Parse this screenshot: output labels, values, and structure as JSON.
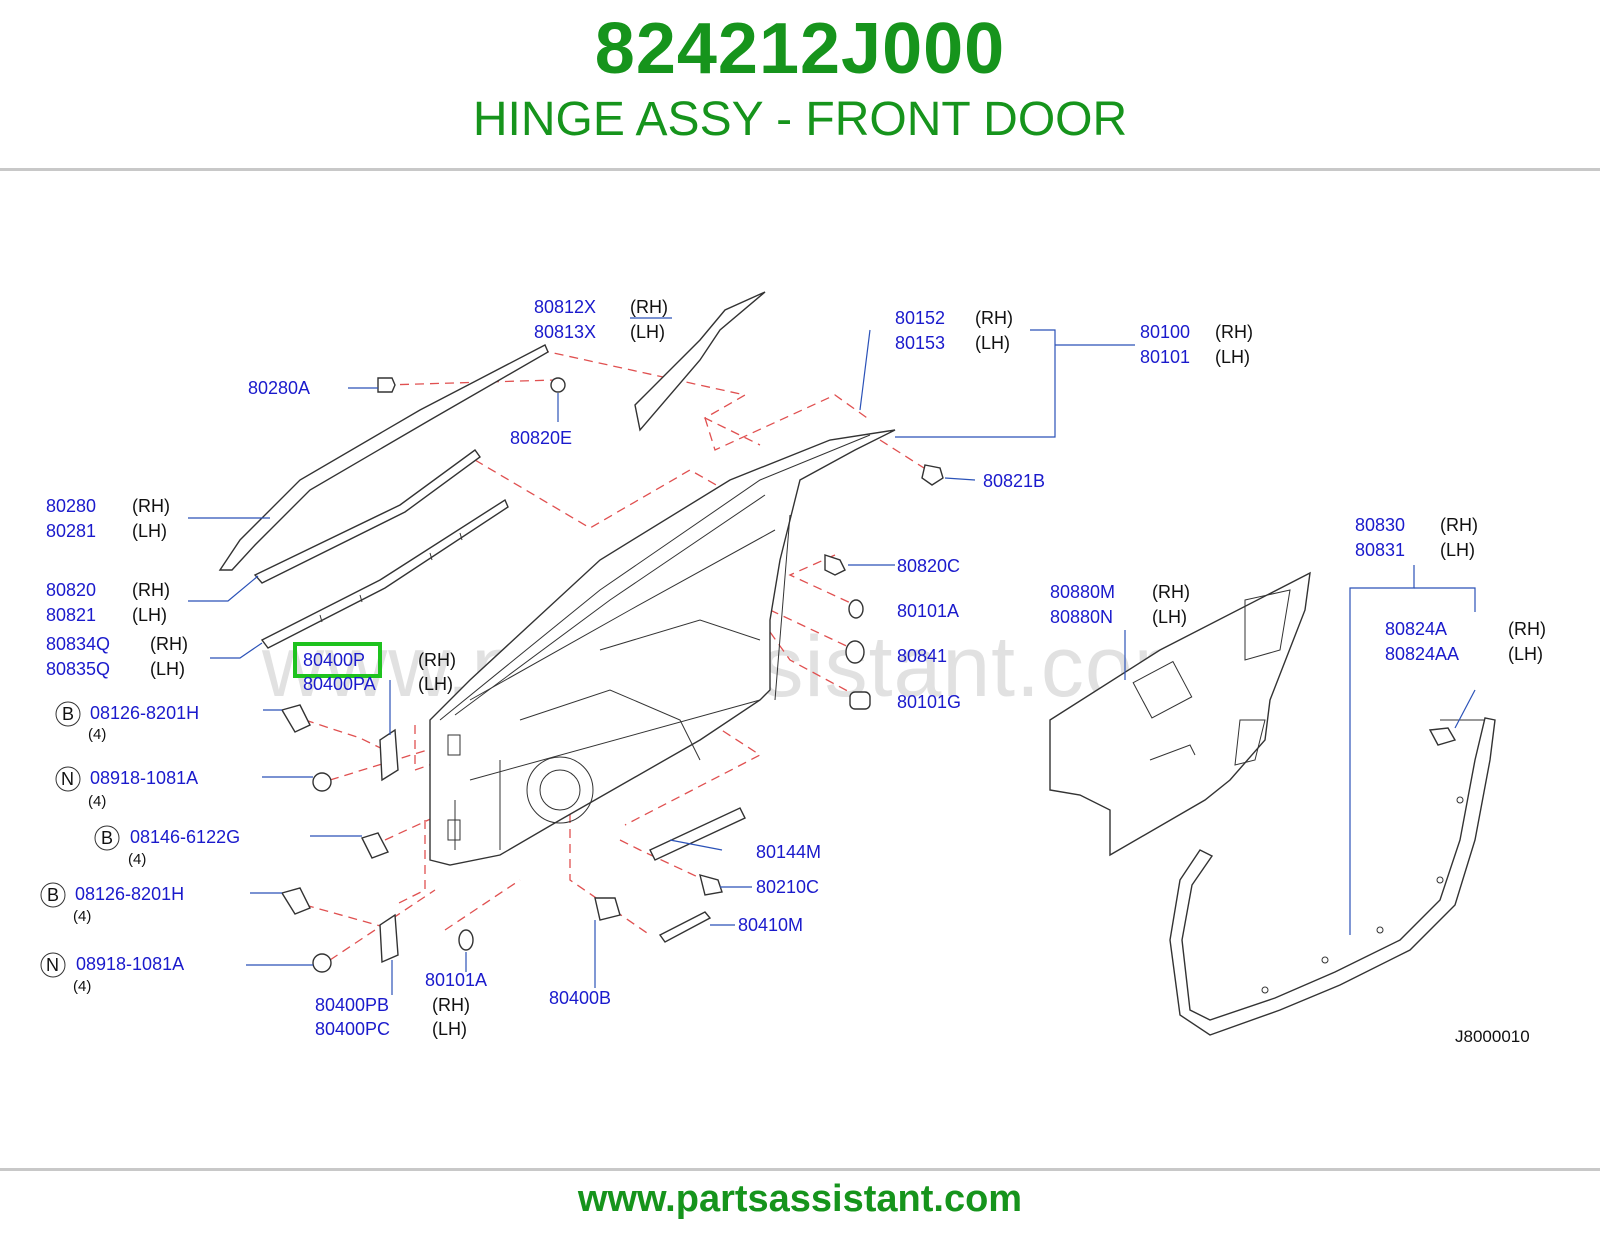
{
  "header": {
    "part_number": "824212J000",
    "part_name": "HINGE ASSY - FRONT DOOR"
  },
  "watermark": "www.partsassistant.com",
  "footer": {
    "url": "www.partsassistant.com"
  },
  "diagram_ref": "J8000010",
  "highlight_color": "#1ec21e",
  "brand_color": "#16941c",
  "labels": {
    "p80812X": "80812X",
    "p80812X_side": "(RH)",
    "p80813X": "80813X",
    "p80813X_side": "(LH)",
    "p80152": "80152",
    "p80152_side": "(RH)",
    "p80153": "80153",
    "p80153_side": "(LH)",
    "p80100": "80100",
    "p80100_side": "(RH)",
    "p80101": "80101",
    "p80101_side": "(LH)",
    "p80280A": "80280A",
    "p80820E": "80820E",
    "p80821B": "80821B",
    "p80280": "80280",
    "p80280_side": "(RH)",
    "p80281": "80281",
    "p80281_side": "(LH)",
    "p80820": "80820",
    "p80820_side": "(RH)",
    "p80821": "80821",
    "p80821_side": "(LH)",
    "p80834Q": "80834Q",
    "p80834Q_side": "(RH)",
    "p80835Q": "80835Q",
    "p80835Q_side": "(LH)",
    "p80400P": "80400P",
    "p80400P_side": "(RH)",
    "p80400PA": "80400PA",
    "p80400PA_side": "(LH)",
    "p80820C": "80820C",
    "p80101A_top": "80101A",
    "p80841": "80841",
    "p80101G": "80101G",
    "p80830": "80830",
    "p80830_side": "(RH)",
    "p80831": "80831",
    "p80831_side": "(LH)",
    "p80880M": "80880M",
    "p80880M_side": "(RH)",
    "p80880N": "80880N",
    "p80880N_side": "(LH)",
    "p80824A": "80824A",
    "p80824A_side": "(RH)",
    "p80824AA": "80824AA",
    "p80824AA_side": "(LH)",
    "b1_letter": "B",
    "b1_code": "08126-8201H",
    "b1_qty": "(4)",
    "n1_letter": "N",
    "n1_code": "08918-1081A",
    "n1_qty": "(4)",
    "b2_letter": "B",
    "b2_code": "08146-6122G",
    "b2_qty": "(4)",
    "b3_letter": "B",
    "b3_code": "08126-8201H",
    "b3_qty": "(4)",
    "n2_letter": "N",
    "n2_code": "08918-1081A",
    "n2_qty": "(4)",
    "p80144M": "80144M",
    "p80210C": "80210C",
    "p80410M": "80410M",
    "p80101A_bottom": "80101A",
    "p80400B": "80400B",
    "p80400PB": "80400PB",
    "p80400PB_side": "(RH)",
    "p80400PC": "80400PC",
    "p80400PC_side": "(LH)"
  }
}
